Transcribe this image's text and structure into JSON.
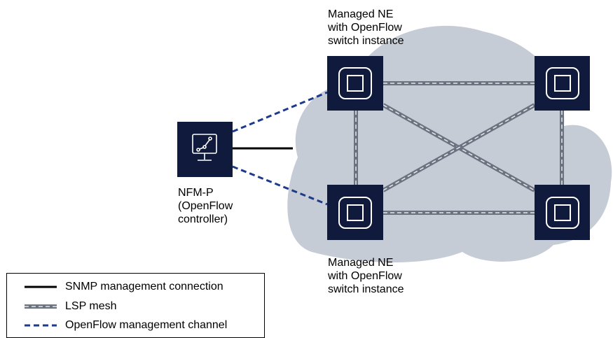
{
  "diagram": {
    "nodes": {
      "controller": {
        "label": "NFM-P\n(OpenFlow\ncontroller)",
        "icon": "network-monitor-icon"
      },
      "ne_top_left": {
        "label": "Managed NE\nwith OpenFlow\nswitch instance",
        "icon": "switch-icon"
      },
      "ne_top_right": {
        "icon": "switch-icon"
      },
      "ne_bottom_left": {
        "label": "Managed NE\nwith OpenFlow\nswitch instance",
        "icon": "switch-icon"
      },
      "ne_bottom_right": {
        "icon": "switch-icon"
      }
    },
    "colors": {
      "node_fill": "#101a3c",
      "cloud": "#c5ccd6",
      "openflow": "#1e3a8a",
      "lsp": "#6b7280",
      "snmp": "#000000"
    }
  },
  "legend": {
    "items": [
      {
        "type": "solid",
        "label": "SNMP management connection"
      },
      {
        "type": "lsp",
        "label": "LSP mesh"
      },
      {
        "type": "dashed",
        "label": "OpenFlow management channel"
      }
    ]
  }
}
